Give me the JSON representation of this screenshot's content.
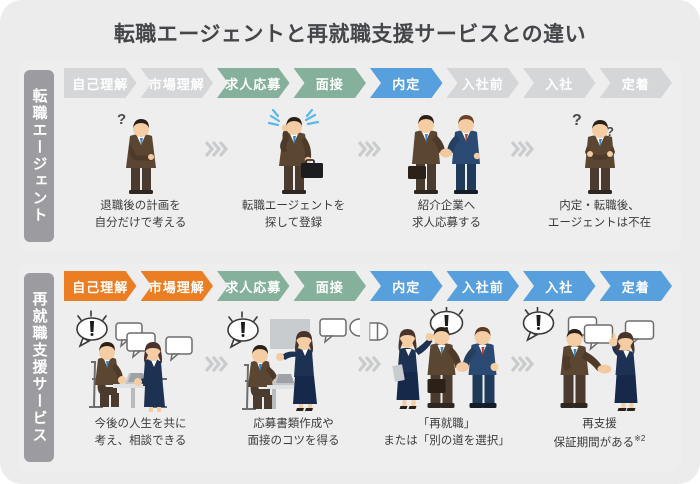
{
  "title": "転職エージェントと再就職支援サービスとの違い",
  "colors": {
    "background": "#ececec",
    "panel": "#eeeeee",
    "title_text": "#44464a",
    "vlabel_bg": "#9b9ba0",
    "step_gray": "#d4d6d8",
    "step_gray_text": "#ffffff",
    "step_green": "#85b09b",
    "step_blue": "#57a0dd",
    "step_orange": "#eb7d22",
    "caption_text": "#3b3b3b",
    "arrow_gray": "#c9cbcd"
  },
  "rows": [
    {
      "label": "転職エージェント",
      "steps": [
        {
          "label": "自己理解",
          "state": "gray"
        },
        {
          "label": "市場理解",
          "state": "gray"
        },
        {
          "label": "求人応募",
          "state": "green"
        },
        {
          "label": "面接",
          "state": "green"
        },
        {
          "label": "内定",
          "state": "blue"
        },
        {
          "label": "入社前",
          "state": "gray"
        },
        {
          "label": "入社",
          "state": "gray"
        },
        {
          "label": "定着",
          "state": "gray"
        }
      ],
      "cells": [
        {
          "scene": "man-thinking-question",
          "caption_line1": "退職後の計画を",
          "caption_line2": "自分だけで考える"
        },
        {
          "scene": "man-phone-sweat-briefcase",
          "caption_line1": "転職エージェントを",
          "caption_line2": "探して登録"
        },
        {
          "scene": "two-men-handshake",
          "caption_line1": "紹介企業へ",
          "caption_line2": "求人応募する"
        },
        {
          "scene": "man-arms-crossed-questions",
          "caption_line1": "内定・転職後、",
          "caption_line2": "エージェントは不在"
        }
      ]
    },
    {
      "label": "再就職支援サービス",
      "steps": [
        {
          "label": "自己理解",
          "state": "orange"
        },
        {
          "label": "市場理解",
          "state": "orange"
        },
        {
          "label": "求人応募",
          "state": "green"
        },
        {
          "label": "面接",
          "state": "green"
        },
        {
          "label": "内定",
          "state": "blue"
        },
        {
          "label": "入社前",
          "state": "blue"
        },
        {
          "label": "入社",
          "state": "blue"
        },
        {
          "label": "定着",
          "state": "blue"
        }
      ],
      "cells": [
        {
          "scene": "counseling-table-man-woman",
          "caption_line1": "今後の人生を共に",
          "caption_line2": "考え、相談できる"
        },
        {
          "scene": "woman-presenting-whiteboard",
          "caption_line1": "応募書類作成や",
          "caption_line2": "面接のコツを得る"
        },
        {
          "scene": "handshake-with-advisor",
          "caption_line1": "「再就職」",
          "caption_line2": "または「別の道を選択」"
        },
        {
          "scene": "advisor-talking-to-man",
          "caption_line1": "再支援",
          "caption_line2": "保証期間がある",
          "caption_note": "※2"
        }
      ]
    }
  ]
}
